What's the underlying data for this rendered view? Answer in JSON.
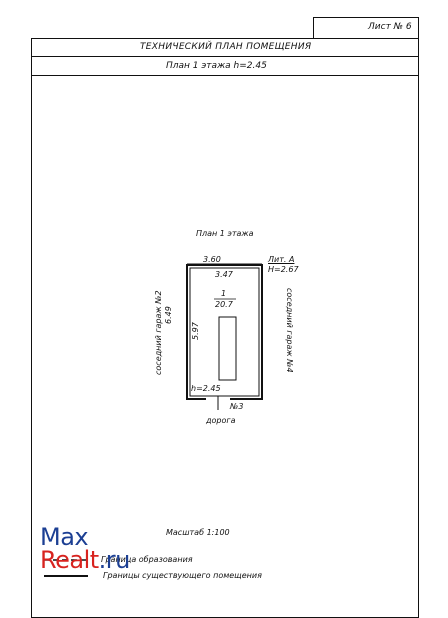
{
  "sheet": {
    "label": "Лист № 6"
  },
  "header": {
    "title": "ТЕХНИЧЕСКИЙ  ПЛАН  ПОМЕЩЕНИЯ",
    "subtitle": "План 1 этажа h=2.45"
  },
  "plan": {
    "caption": "План 1 этажа",
    "outer_width": "3.60",
    "inner_width": "3.47",
    "lit": "Лит. А",
    "height_outer": "H=2.67",
    "room_number": "1",
    "room_area": "20.7",
    "outer_length": "6.49",
    "inner_length": "5.97",
    "height_inner": "h=2.45",
    "door_number": "№3",
    "left_neighbor": "соседний гараж №2",
    "right_neighbor": "соседний гараж №4",
    "road": "дорога"
  },
  "scale": "Масштаб 1:100",
  "legend": {
    "line1": "Граница образования",
    "line2": "Границы существующего помещения"
  },
  "watermark": {
    "part1": "Max",
    "part2": "Realt",
    "part3": ".ru"
  }
}
